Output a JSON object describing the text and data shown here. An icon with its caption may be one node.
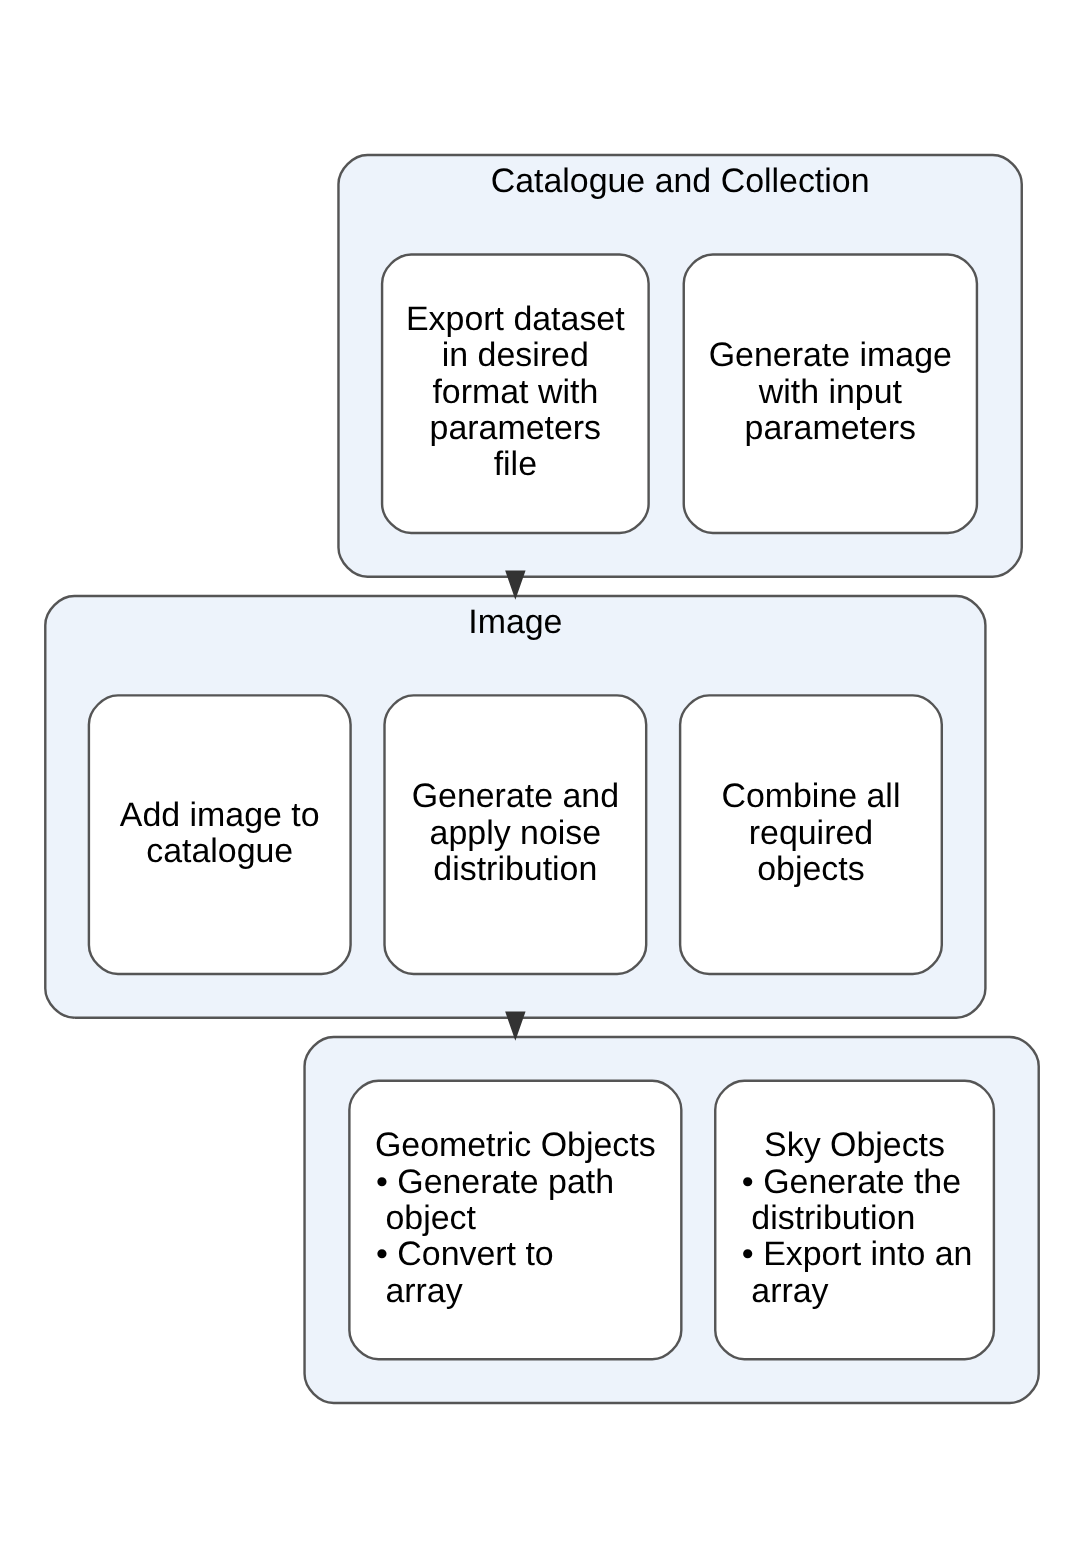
{
  "diagram": {
    "nodes": [
      {
        "text": [
          "Catalogue and Collection"
        ]
      },
      {
        "text": [
          "Generate image with input parameters"
        ],
        "in": 0
      },
      {
        "text": [
          "Export dataset in desired format with parameters file"
        ],
        "in": 0
      },
      {
        "text": [
          "Image"
        ]
      },
      {
        "text": [
          "Combine all required objects"
        ],
        "in": 3
      },
      {
        "text": [
          "Generate and apply noise distribution"
        ],
        "in": 3
      },
      {
        "text": [
          "Add image to catalogue"
        ],
        "in": 3
      },
      {
        "text": [],
        "shape": "box"
      },
      {
        "text": [
          "Sky Objects",
          "• Generate the distribution",
          "• Export into an array"
        ],
        "in": 7
      },
      {
        "text": [
          "Geometric Objects",
          "• Generate path object",
          "• Convert to array"
        ],
        "in": 7
      }
    ],
    "edges": [
      {
        "from": 0,
        "to": 3,
        "arrow": "to"
      },
      {
        "from": 3,
        "to": 7,
        "arrow": "to"
      }
    ]
  }
}
